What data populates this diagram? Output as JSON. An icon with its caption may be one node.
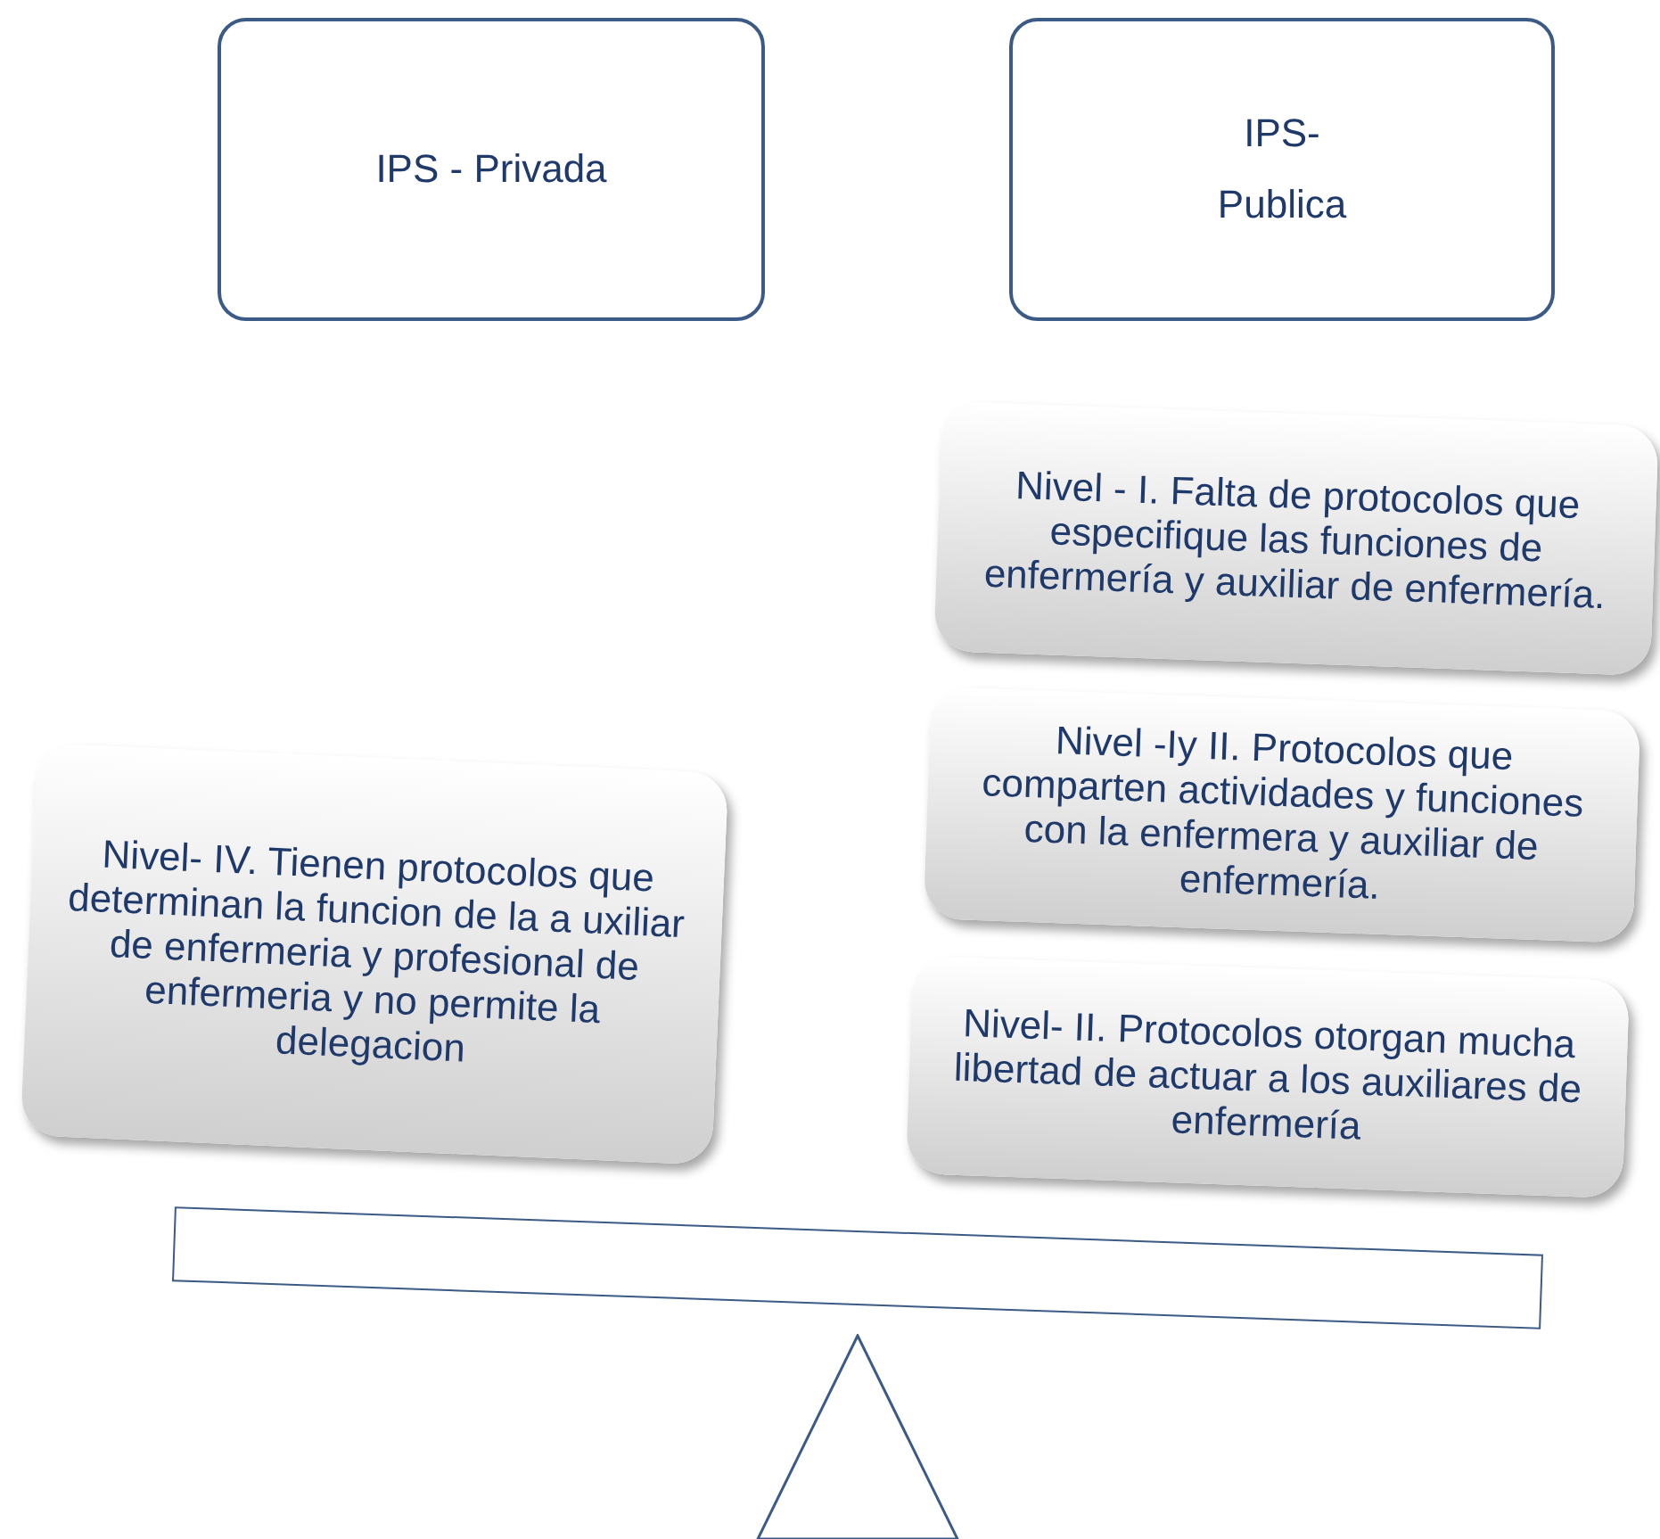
{
  "diagram": {
    "nodes": [
      {
        "text": [
          "IPS - Privada"
        ]
      },
      {
        "text": [
          "IPS- Publica"
        ]
      },
      {
        "text": [
          "Nivel - I. Falta de protocolos que especifique las funciones de enfermería y auxiliar de enfermería."
        ]
      },
      {
        "text": [
          "Nivel -Iy II. Protocolos que comparten actividades y funciones con la enfermera y auxiliar de enfermería."
        ]
      },
      {
        "text": [
          "Nivel- IV. Tienen protocolos que determinan la funcion de la a uxiliar de enfermeria y profesional de enfermeria y no permite la delegacion"
        ]
      },
      {
        "text": [
          "Nivel- II. Protocolos otorgan mucha libertad de actuar a los auxiliares de enfermería"
        ]
      },
      {
        "text": [],
        "shape": "bar"
      },
      {
        "text": [],
        "shape": "triangle"
      }
    ]
  }
}
